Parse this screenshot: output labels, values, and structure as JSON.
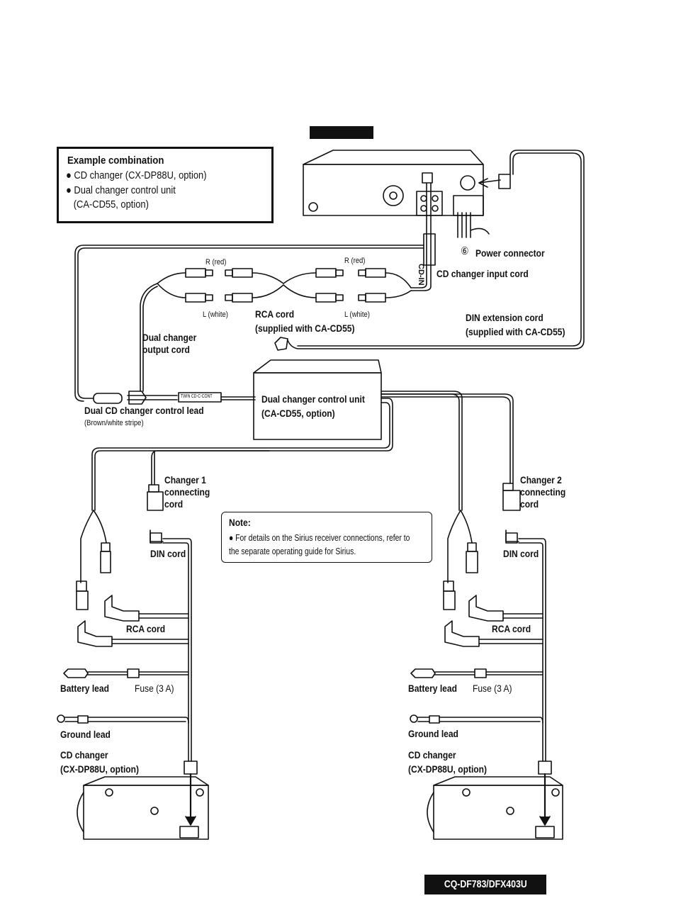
{
  "example_combination": {
    "title": "Example combination",
    "items": [
      "CD changer (CX-DP88U, option)",
      "Dual changer control unit",
      "(CA-CD55, option)"
    ]
  },
  "labels": {
    "power_connector_num": "⑥",
    "power_connector": "Power connector",
    "cd_changer_input_cord": "CD changer input cord",
    "cd_in": "CD-IN",
    "r_red_1": "R (red)",
    "r_red_2": "R (red)",
    "l_white_1": "L (white)",
    "l_white_2": "L (white)",
    "rca_cord_top": "RCA cord",
    "rca_cord_top_sub": "(supplied with CA-CD55)",
    "din_extension_cord": "DIN extension cord",
    "din_extension_cord_sub": "(supplied with CA-CD55)",
    "dual_changer_output_cord_1": "Dual changer",
    "dual_changer_output_cord_2": "output cord",
    "dual_cd_changer_control_lead": "Dual CD changer control lead",
    "brown_white_stripe": "(Brown/white stripe)",
    "twin_cd_cont": "TWIN CD-C-CONT",
    "dual_changer_control_unit": "Dual changer control unit",
    "dual_changer_control_unit_sub": "(CA-CD55, option)",
    "changer1_1": "Changer 1",
    "changer1_2": "connecting",
    "changer1_3": "cord",
    "changer2_1": "Changer 2",
    "changer2_2": "connecting",
    "changer2_3": "cord",
    "din_cord_left": "DIN cord",
    "din_cord_right": "DIN cord",
    "rca_cord_left": "RCA cord",
    "rca_cord_right": "RCA cord",
    "battery_lead_left": "Battery lead",
    "battery_lead_right": "Battery lead",
    "fuse_left": "Fuse (3 A)",
    "fuse_right": "Fuse (3 A)",
    "ground_lead_left": "Ground lead",
    "ground_lead_right": "Ground lead",
    "cd_changer_left_1": "CD changer",
    "cd_changer_left_2": "(CX-DP88U, option)",
    "cd_changer_right_1": "CD changer",
    "cd_changer_right_2": "(CX-DP88U, option)"
  },
  "note": {
    "title": "Note:",
    "text": "For details on the Sirius receiver connections, refer to the separate operating guide for Sirius."
  },
  "footer": {
    "model": "CQ-DF783/DFX403U"
  }
}
